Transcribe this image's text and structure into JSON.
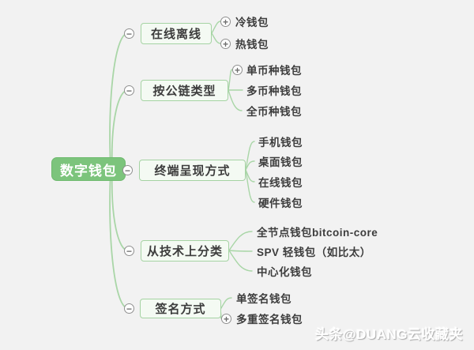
{
  "icons": {
    "plus": "+",
    "minus": "−"
  },
  "colors": {
    "background": "#f2f2f2",
    "root_fill": "#7cc47c",
    "branch_fill": "#f4faf3",
    "branch_border": "#a5d3a3",
    "connector": "#a9d6a7",
    "toggle_gray": "#8f8f8f",
    "text": "#3d3d3d",
    "watermark_white": "#ffffff"
  },
  "watermark": "头条@DUANG云收藏夹",
  "mindmap": {
    "root": {
      "label": "数字钱包"
    },
    "branches": [
      {
        "label": "在线离线",
        "children": [
          {
            "label": "冷钱包",
            "expand_icon": true
          },
          {
            "label": "热钱包",
            "expand_icon": true
          }
        ]
      },
      {
        "label": "按公链类型",
        "children": [
          {
            "label": "单币种钱包",
            "expand_icon": true
          },
          {
            "label": "多币种钱包",
            "expand_icon": false
          },
          {
            "label": "全币种钱包",
            "expand_icon": false
          }
        ]
      },
      {
        "label": "终端呈现方式",
        "children": [
          {
            "label": "手机钱包",
            "expand_icon": false
          },
          {
            "label": "桌面钱包",
            "expand_icon": false
          },
          {
            "label": "在线钱包",
            "expand_icon": false
          },
          {
            "label": "硬件钱包",
            "expand_icon": false
          }
        ]
      },
      {
        "label": "从技术上分类",
        "children": [
          {
            "label": "全节点钱包bitcoin-core",
            "expand_icon": false
          },
          {
            "label": "SPV 轻钱包（如比太）",
            "expand_icon": false
          },
          {
            "label": "中心化钱包",
            "expand_icon": false
          }
        ]
      },
      {
        "label": "签名方式",
        "children": [
          {
            "label": "单签名钱包",
            "expand_icon": false
          },
          {
            "label": "多重签名钱包",
            "expand_icon": true
          }
        ]
      }
    ]
  }
}
